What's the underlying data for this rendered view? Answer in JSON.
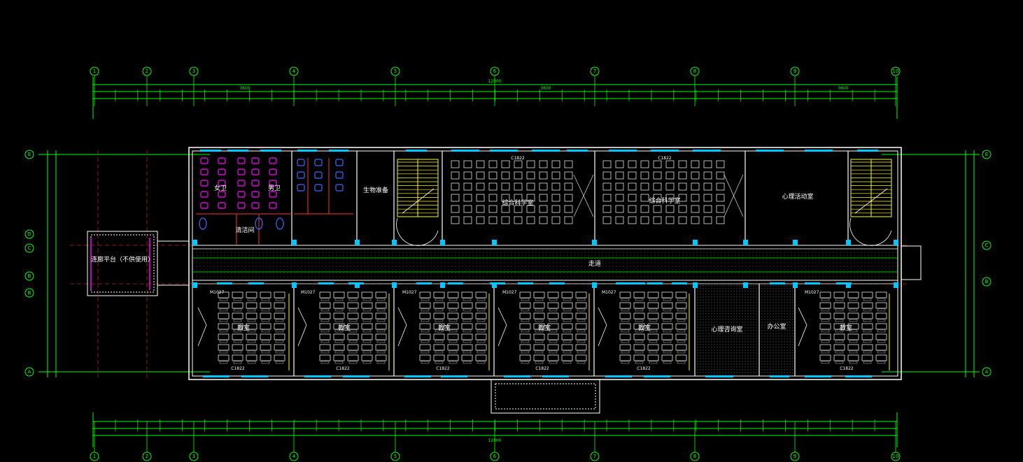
{
  "drawing": {
    "background": "#000000",
    "line_color": "#00ff00",
    "wall_color": "#ffffff",
    "window_color": "#00c8ff",
    "furniture_color": "#ffffff",
    "partition_color": "#ff3030",
    "fixture_color": "#ff00ff",
    "stair_color": "#ffff00"
  },
  "grid": {
    "vertical_axes": [
      "1",
      "2",
      "3",
      "4",
      "5",
      "6",
      "7",
      "8",
      "9",
      "10"
    ],
    "horizontal_axes": [
      "A",
      "B",
      "C",
      "D",
      "E"
    ]
  },
  "dimensions": {
    "top_overall": "12000",
    "bottom_overall": "12000",
    "top_segment_1": "3600",
    "top_segment_2": "3600",
    "top_segment_3": "3600"
  },
  "rooms": {
    "toilet_women": "女卫",
    "toilet_men": "男卫",
    "cleaning": "清洁间",
    "biology_prep": "生物准备",
    "science_room_1": "综合科学室",
    "science_room_2": "综合科学室",
    "psych_activity": "心理活动室",
    "corridor": "走道",
    "platform": "连廊平台（不供使用）",
    "classroom_1": "教室",
    "classroom_2": "教室",
    "classroom_3": "教室",
    "classroom_4": "教室",
    "classroom_5": "教室",
    "psych_consult": "心理咨询室",
    "office": "办公室",
    "classroom_6": "教室"
  },
  "window_tags": [
    "C1822",
    "C1822",
    "C1822",
    "C1822",
    "C1822",
    "C1822",
    "C1822",
    "C1822"
  ],
  "door_tags": [
    "M1027",
    "M1027",
    "M1027",
    "M1027",
    "M1027",
    "M1027"
  ]
}
